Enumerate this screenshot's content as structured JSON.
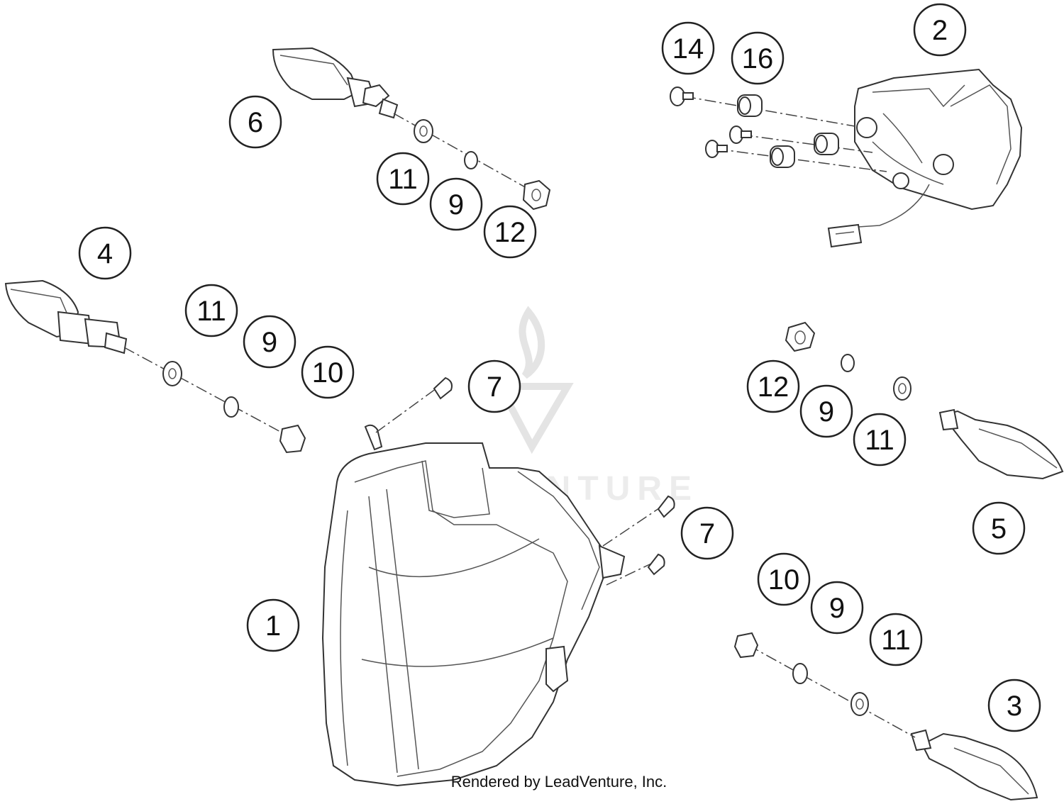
{
  "watermark": {
    "text": "LEADVENTURE"
  },
  "credit": "Rendered by LeadVenture, Inc.",
  "callouts": [
    {
      "id": "1",
      "label": "1"
    },
    {
      "id": "2",
      "label": "2"
    },
    {
      "id": "3",
      "label": "3"
    },
    {
      "id": "4",
      "label": "4"
    },
    {
      "id": "5",
      "label": "5"
    },
    {
      "id": "6",
      "label": "6"
    },
    {
      "id": "7a",
      "label": "7"
    },
    {
      "id": "7b",
      "label": "7"
    },
    {
      "id": "9a",
      "label": "9"
    },
    {
      "id": "9b",
      "label": "9"
    },
    {
      "id": "9c",
      "label": "9"
    },
    {
      "id": "9d",
      "label": "9"
    },
    {
      "id": "10a",
      "label": "10"
    },
    {
      "id": "10b",
      "label": "10"
    },
    {
      "id": "11a",
      "label": "11"
    },
    {
      "id": "11b",
      "label": "11"
    },
    {
      "id": "11c",
      "label": "11"
    },
    {
      "id": "11d",
      "label": "11"
    },
    {
      "id": "12a",
      "label": "12"
    },
    {
      "id": "12b",
      "label": "12"
    },
    {
      "id": "14",
      "label": "14"
    },
    {
      "id": "16",
      "label": "16"
    }
  ]
}
